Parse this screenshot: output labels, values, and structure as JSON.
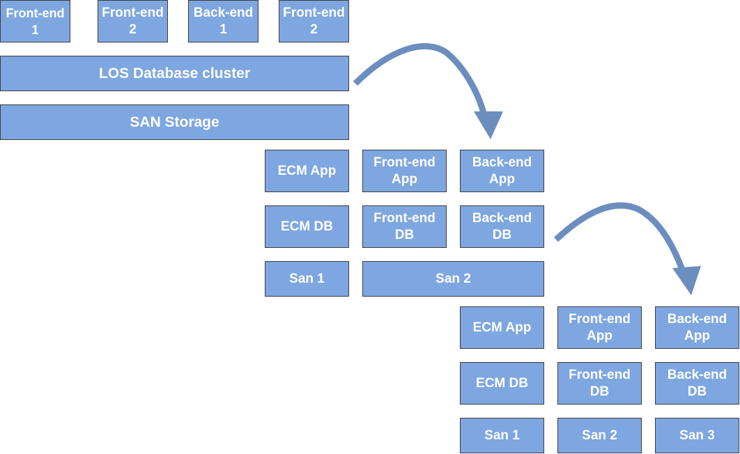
{
  "colors": {
    "box_fill": "#7ea6e0",
    "box_border": "#3d3d3d",
    "box_text": "#ffffff",
    "arrow": "#6c8ebf"
  },
  "stage1": {
    "front_end_1": "Front-end\n1",
    "front_end_2": "Front-end\n2",
    "back_end_1": "Back-end\n1",
    "back_end_2": "Front-end\n2",
    "database": "LOS Database cluster",
    "storage": "SAN Storage"
  },
  "stage2": {
    "ecm_app": "ECM App",
    "front_end_app": "Front-end\nApp",
    "back_end_app": "Back-end\nApp",
    "ecm_db": "ECM DB",
    "front_end_db": "Front-end\nDB",
    "back_end_db": "Back-end\nDB",
    "san_1": "San 1",
    "san_2": "San 2"
  },
  "stage3": {
    "ecm_app": "ECM App",
    "front_end_app": "Front-end\nApp",
    "back_end_app": "Back-end\nApp",
    "ecm_db": "ECM DB",
    "front_end_db": "Front-end\nDB",
    "back_end_db": "Back-end\nDB",
    "san_1": "San 1",
    "san_2": "San 2",
    "san_3": "San 3"
  }
}
